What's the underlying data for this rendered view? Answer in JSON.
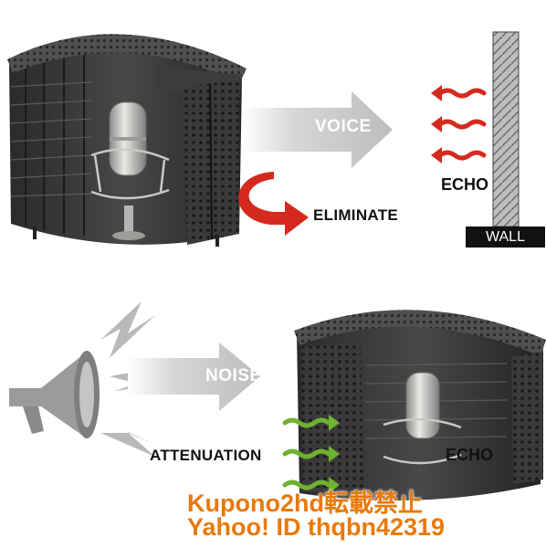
{
  "labels": {
    "voice": "VOICE",
    "echo_top": "ECHO",
    "eliminate": "ELIMINATE",
    "wall": "WALL",
    "noise": "NOISE",
    "attenuation": "ATTENUATION",
    "echo_bottom": "ECHO"
  },
  "watermark": {
    "line1": "Kupono2hd転載禁止",
    "line2": "Yahoo! ID thqbn42319"
  },
  "colors": {
    "arrow_gray": "#c8c8c8",
    "red_arrow": "#d42a1e",
    "green_arrow": "#6fb22f",
    "foam": "#2e2e30",
    "wall": "#9a9a9a",
    "watermark": "#e8790c"
  },
  "icons": [
    "microphone-icon",
    "megaphone-icon",
    "sound-wave-icon",
    "arrow-icon"
  ]
}
